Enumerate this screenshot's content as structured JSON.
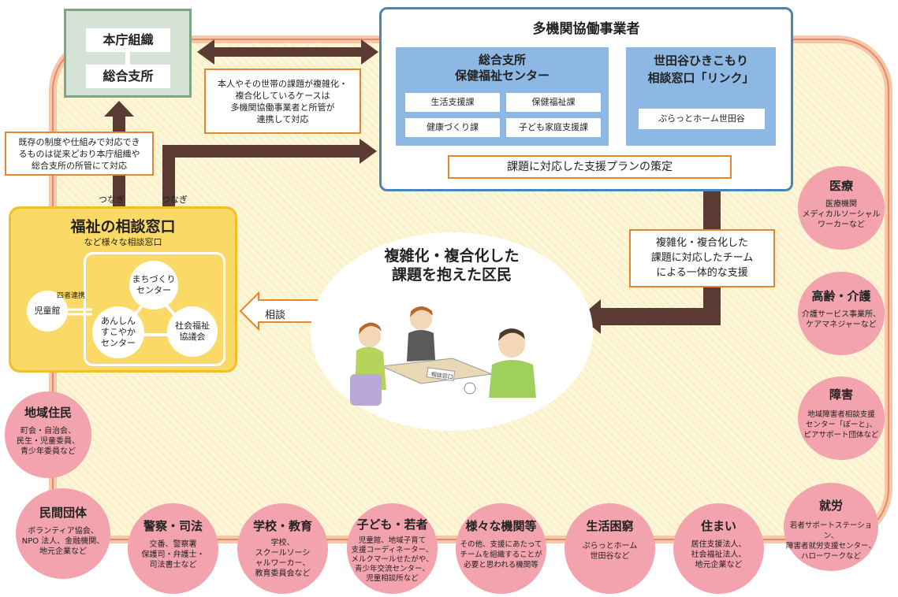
{
  "honcho": {
    "org": "本庁組織",
    "branch": "総合支所"
  },
  "takikan": {
    "title": "多機関協働事業者",
    "sogo": {
      "title": "総合支所\n保健福祉センター",
      "depts": [
        "生活支援課",
        "保健福祉課",
        "健康づくり課",
        "子ども家庭支援課"
      ]
    },
    "hikikomori": {
      "title": "世田谷ひきこもり\n相談窓口「リンク」",
      "sub": "ぷらっとホーム世田谷"
    },
    "plan": "課題に対応した支援プランの策定"
  },
  "notes": {
    "complex_case": "本人やその世帯の課題が複雑化・\n複合化しているケースは\n多機関協働事業者と所管が\n連携して対応",
    "existing": "既存の制度や仕組みで対応でき\nるものは従来どおり本庁組織や\n総合支所の所管にて対応",
    "team": "複雑化・複合化した\n課題に対応したチーム\nによる一体的な支援"
  },
  "tsunagi": [
    "つなぎ",
    "つなぎ"
  ],
  "fukushi": {
    "title": "福祉の相談窓口",
    "sub": "など様々な相談窓口",
    "machi": "まちづくり\nセンター",
    "anshin": "あんしん\nすこやか\nセンター",
    "shakai": "社会福祉\n協議会",
    "jido": "児童館",
    "yonsha": "四者連携"
  },
  "sodan": "相談",
  "center": {
    "title": "複雑化・複合化した\n課題を抱えた区民",
    "desk_sign": "相談窓口"
  },
  "circles": {
    "iryo": {
      "title": "医療",
      "desc": "医療機関\nメディカルソーシャル\nワーカーなど"
    },
    "korei": {
      "title": "高齢・介護",
      "desc": "介護サービス事業所、\nケアマネジャーなど"
    },
    "shogai": {
      "title": "障害",
      "desc": "地域障害者相談支援\nセンター「ぽーと」、\nピアサポート団体など"
    },
    "shuro": {
      "title": "就労",
      "desc": "若者サポートステーション、\n障害者就労支援センター、\nハローワークなど"
    },
    "chiiki": {
      "title": "地域住民",
      "desc": "町会・自治会、\n民生・児童委員、\n青少年委員など"
    },
    "minkan": {
      "title": "民間団体",
      "desc": "ボランティア協会、\nNPO 法人、金融機関、\n地元企業など"
    },
    "keisatsu": {
      "title": "警察・司法",
      "desc": "交番、警察署\n保護司・弁護士・\n司法書士など"
    },
    "gakko": {
      "title": "学校・教育",
      "desc": "学校、\nスクールソーシ\nャルワーカー、\n教育委員会など"
    },
    "kodomo": {
      "title": "子ども・若者",
      "desc": "児童館、地域子育て\n支援コーディネーター、\nメルクマールせたがや、\n青少年交流センター、\n児童相談所など"
    },
    "samazama": {
      "title": "様々な機関等",
      "desc": "その他、支援にあたって\nチームを組織することが\n必要と思われる機関等"
    },
    "seikatsu": {
      "title": "生活困窮",
      "desc": "ぷらっとホーム\n世田谷など"
    },
    "sumai": {
      "title": "住まい",
      "desc": "居住支援法人、\n社会福祉法人、\n地元企業など"
    }
  },
  "colors": {
    "arrow": "#5b3a33",
    "orange": "#e8842d",
    "pink": "#f2a3ad",
    "blue": "#8db8e3",
    "yellow": "#fbd966"
  }
}
